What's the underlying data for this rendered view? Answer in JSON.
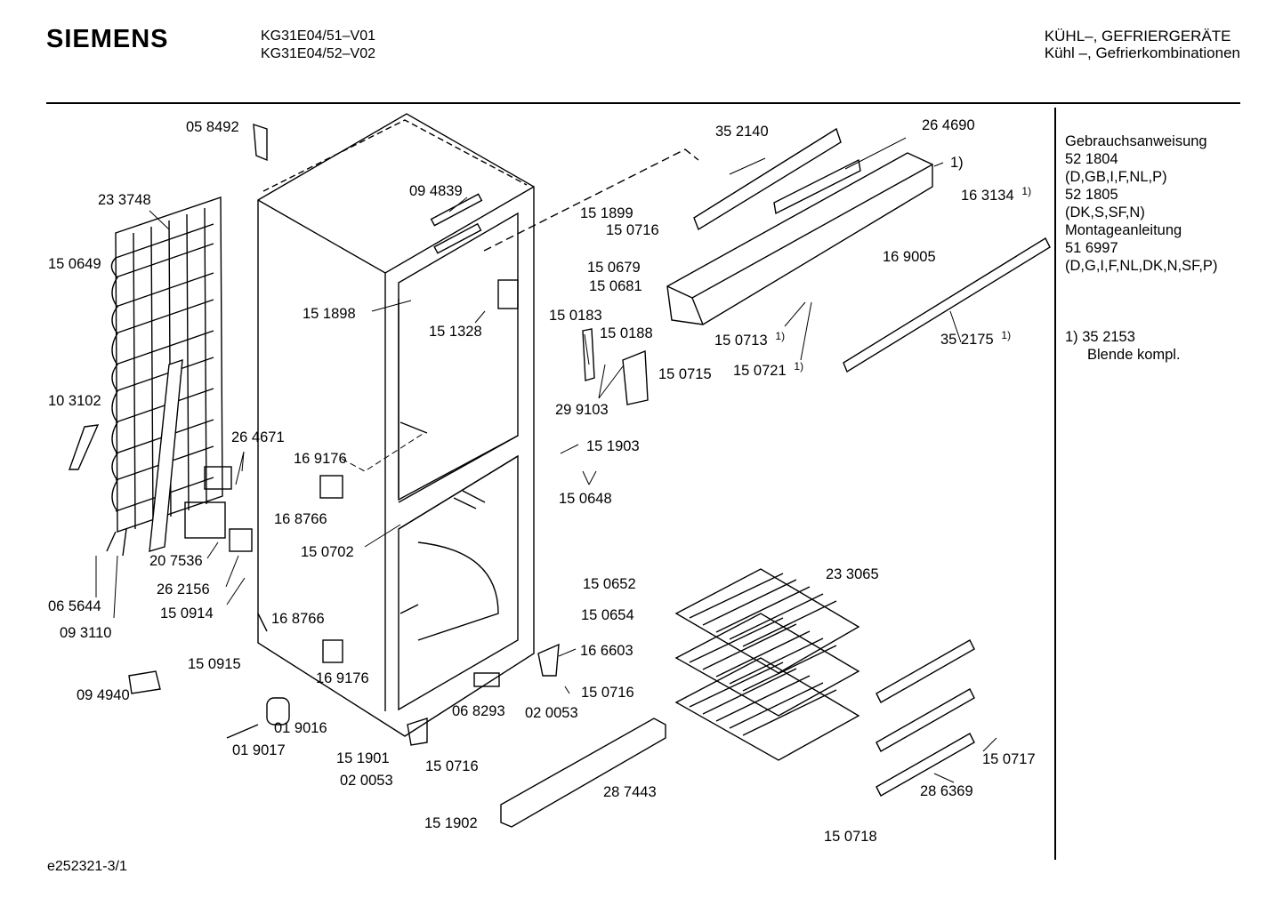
{
  "header": {
    "brand": "SIEMENS",
    "models": [
      "KG31E04/51–V01",
      "KG31E04/52–V02"
    ],
    "category_line1": "KÜHL–, GEFRIERGERÄTE",
    "category_line2": "Kühl –, Gefrierkombinationen"
  },
  "sidebar": {
    "lines": [
      "Gebrauchsanweisung",
      "52 1804",
      "(D,GB,I,F,NL,P)",
      "52 1805",
      "(DK,S,SF,N)",
      "Montageanleitung",
      "51 6997",
      "(D,G,I,F,NL,DK,N,SF,P)"
    ],
    "note_line1": "1) 35 2153",
    "note_line2": "Blende kompl."
  },
  "footer": "e252321-3/1",
  "parts": [
    {
      "id": "p1",
      "number": "05 8492"
    },
    {
      "id": "p2",
      "number": "23 3748"
    },
    {
      "id": "p3",
      "number": "09 4839"
    },
    {
      "id": "p4",
      "number": "35 2140"
    },
    {
      "id": "p5",
      "number": "26 4690"
    },
    {
      "id": "p6",
      "number": "1)"
    },
    {
      "id": "p7",
      "number": "16 3134",
      "sup": "1)"
    },
    {
      "id": "p8",
      "number": "15 1899"
    },
    {
      "id": "p9",
      "number": "15 0716"
    },
    {
      "id": "p10",
      "number": "15 0649"
    },
    {
      "id": "p11",
      "number": "15 0679"
    },
    {
      "id": "p12",
      "number": "15 0681"
    },
    {
      "id": "p13",
      "number": "16 9005"
    },
    {
      "id": "p14",
      "number": "15 1898"
    },
    {
      "id": "p15",
      "number": "15 1328"
    },
    {
      "id": "p16",
      "number": "15 0183"
    },
    {
      "id": "p17",
      "number": "15 0188"
    },
    {
      "id": "p18",
      "number": "15 0713",
      "sup": "1)"
    },
    {
      "id": "p19",
      "number": "35 2175",
      "sup": "1)"
    },
    {
      "id": "p20",
      "number": "15 0721",
      "sup": "1)"
    },
    {
      "id": "p21",
      "number": "15 0715"
    },
    {
      "id": "p22",
      "number": "29 9103"
    },
    {
      "id": "p23",
      "number": "10 3102"
    },
    {
      "id": "p24",
      "number": "26 4671"
    },
    {
      "id": "p25",
      "number": "16 9176"
    },
    {
      "id": "p26",
      "number": "15 1903"
    },
    {
      "id": "p27",
      "number": "16 8766"
    },
    {
      "id": "p28",
      "number": "15 0648"
    },
    {
      "id": "p29",
      "number": "20 7536"
    },
    {
      "id": "p30",
      "number": "15 0702"
    },
    {
      "id": "p31",
      "number": "26 2156"
    },
    {
      "id": "p32",
      "number": "06 5644"
    },
    {
      "id": "p33",
      "number": "15 0914"
    },
    {
      "id": "p34",
      "number": "09 3110"
    },
    {
      "id": "p35",
      "number": "23 3065"
    },
    {
      "id": "p36",
      "number": "15 0652"
    },
    {
      "id": "p37",
      "number": "15 0654"
    },
    {
      "id": "p38",
      "number": "16 8766"
    },
    {
      "id": "p39",
      "number": "16 6603"
    },
    {
      "id": "p40",
      "number": "15 0915"
    },
    {
      "id": "p41",
      "number": "15 0716"
    },
    {
      "id": "p42",
      "number": "16 9176"
    },
    {
      "id": "p43",
      "number": "09 4940"
    },
    {
      "id": "p44",
      "number": "06 8293"
    },
    {
      "id": "p45",
      "number": "02 0053"
    },
    {
      "id": "p46",
      "number": "01 9016"
    },
    {
      "id": "p47",
      "number": "15 0717"
    },
    {
      "id": "p48",
      "number": "01 9017"
    },
    {
      "id": "p49",
      "number": "15 1901"
    },
    {
      "id": "p50",
      "number": "15 0716"
    },
    {
      "id": "p51",
      "number": "28 7443"
    },
    {
      "id": "p52",
      "number": "28 6369"
    },
    {
      "id": "p53",
      "number": "02 0053"
    },
    {
      "id": "p54",
      "number": "15 1902"
    },
    {
      "id": "p55",
      "number": "15 0718"
    }
  ]
}
